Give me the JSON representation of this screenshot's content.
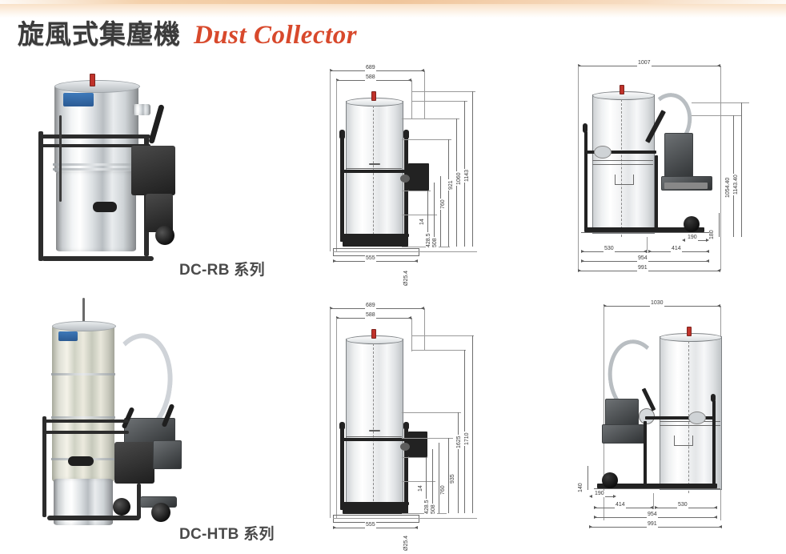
{
  "header": {
    "title_cn": "旋風式集塵機",
    "title_en": "Dust Collector"
  },
  "colors": {
    "title_cn": "#3b3b3b",
    "title_en": "#d8492c",
    "band": "#f3cfa8",
    "red_cap": "#c0322a",
    "steel": "#d8dcdf"
  },
  "products": [
    {
      "id": "dc-rb",
      "model_label": "DC-RB 系列",
      "photo_alt": "stainless-steel-dust-collector-rb"
    },
    {
      "id": "dc-htb",
      "model_label": "DC-HTB 系列",
      "photo_alt": "cyclone-dust-collector-htb"
    }
  ],
  "drawings": [
    {
      "id": "dc-rb-front",
      "view": "front",
      "top_dims": [
        "689",
        "588"
      ],
      "right_dims": [
        "760",
        "921",
        "1060",
        "1143"
      ],
      "inner_dims": [
        "14",
        "428.5",
        "508"
      ],
      "bottom_dims": [
        "555"
      ],
      "diameter_dim": "Ø25.4"
    },
    {
      "id": "dc-rb-side",
      "view": "side",
      "top_dims": [
        "1007"
      ],
      "right_dims": [
        "1054.40",
        "1143.40"
      ],
      "inner_dims": [
        "180"
      ],
      "bottom_dims": [
        "530",
        "414",
        "190",
        "954",
        "991"
      ]
    },
    {
      "id": "dc-htb-front",
      "view": "front",
      "top_dims": [
        "689",
        "588"
      ],
      "right_dims": [
        "1625",
        "1710"
      ],
      "inner_dims": [
        "14",
        "428.5",
        "508",
        "760",
        "935"
      ],
      "bottom_dims": [
        "555"
      ],
      "diameter_dim": "Ø25.4"
    },
    {
      "id": "dc-htb-side",
      "view": "side",
      "top_dims": [
        "1030"
      ],
      "inner_dims": [
        "140"
      ],
      "bottom_dims": [
        "190",
        "414",
        "530",
        "954",
        "991"
      ]
    }
  ]
}
